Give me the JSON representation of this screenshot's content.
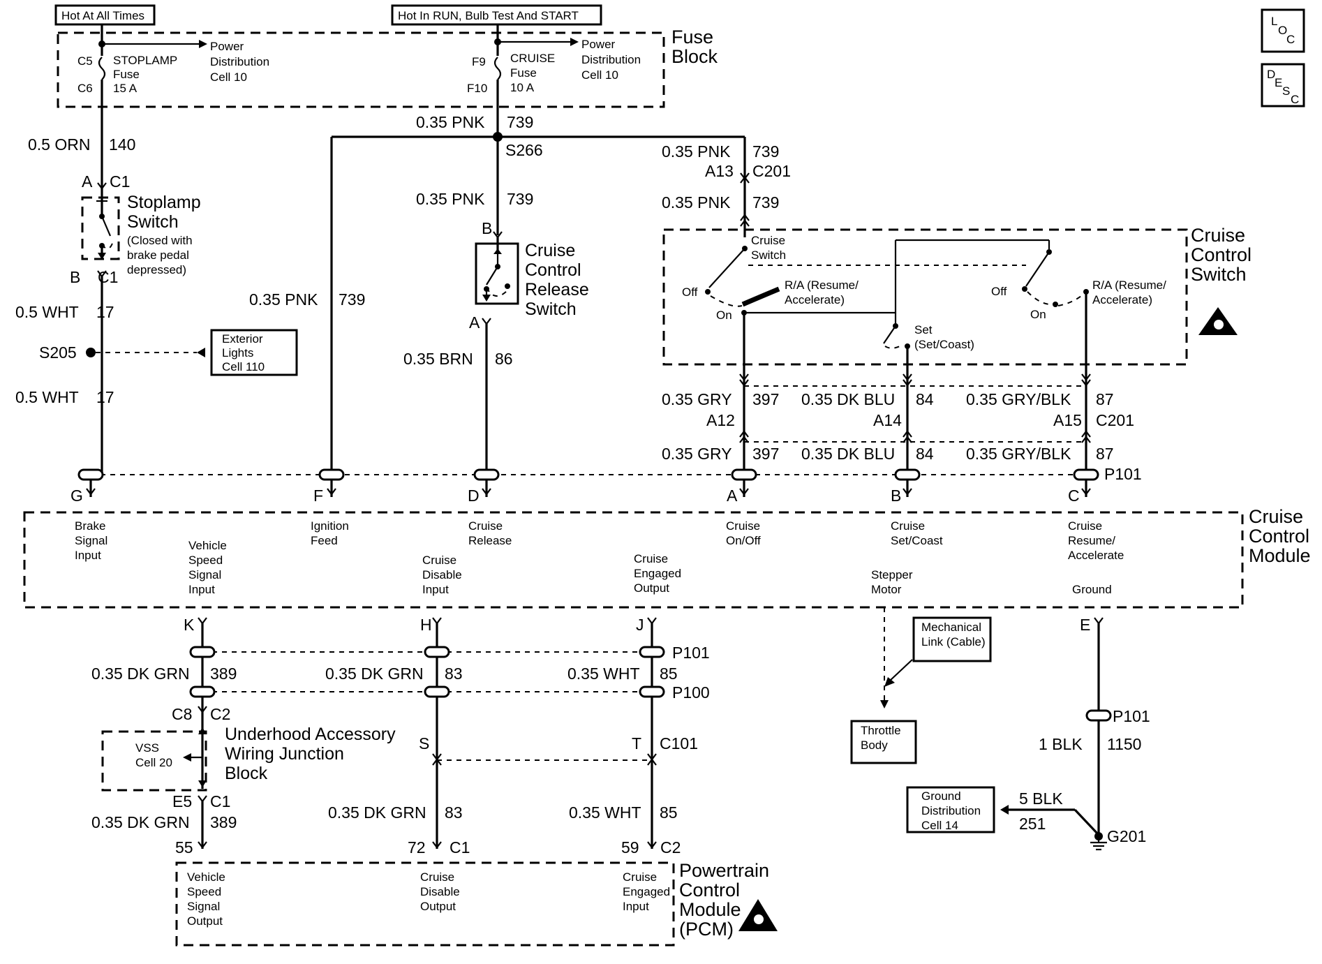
{
  "power_labels": {
    "hot_at_all_times": "Hot At All Times",
    "hot_in_run": "Hot In RUN, Bulb Test And START"
  },
  "fuse_block": {
    "title_line1": "Fuse",
    "title_line2": "Block",
    "stoplamp_top_pin": "C5",
    "stoplamp_bottom_pin": "C6",
    "stoplamp_name": "STOPLAMP",
    "stoplamp_word": "Fuse",
    "stoplamp_rating": "15 A",
    "cruise_top_pin": "F9",
    "cruise_bottom_pin": "F10",
    "cruise_name": "CRUISE",
    "cruise_word": "Fuse",
    "cruise_rating": "10 A",
    "pd_line1": "Power",
    "pd_line2": "Distribution",
    "pd_line3": "Cell 10"
  },
  "wires": {
    "w140_color": "0.5 ORN",
    "w140_num": "140",
    "w739_top_color": "0.35 PNK",
    "w739_top_num": "739",
    "w739_ccrs_color": "0.35 PNK",
    "w739_ccrs_num": "739",
    "w739_ign_color": "0.35 PNK",
    "w739_ign_num": "739",
    "w739_c201a_color": "0.35 PNK",
    "w739_c201a_num": "739",
    "w739_c201b_color": "0.35 PNK",
    "w739_c201b_num": "739",
    "w17a_color": "0.5 WHT",
    "w17a_num": "17",
    "w17b_color": "0.5 WHT",
    "w17b_num": "17",
    "w86_color": "0.35 BRN",
    "w86_num": "86",
    "w397a_color": "0.35 GRY",
    "w397a_num": "397",
    "w397b_color": "0.35 GRY",
    "w397b_num": "397",
    "w84a_color": "0.35 DK BLU",
    "w84a_num": "84",
    "w84b_color": "0.35 DK BLU",
    "w84b_num": "84",
    "w87a_color": "0.35 GRY/BLK",
    "w87a_num": "87",
    "w87b_color": "0.35 GRY/BLK",
    "w87b_num": "87",
    "w389a_color": "0.35 DK GRN",
    "w389a_num": "389",
    "w389b_color": "0.35 DK GRN",
    "w389b_num": "389",
    "w83a_color": "0.35 DK GRN",
    "w83a_num": "83",
    "w83b_color": "0.35 DK GRN",
    "w83b_num": "83",
    "w85a_color": "0.35 WHT",
    "w85a_num": "85",
    "w85b_color": "0.35 WHT",
    "w85b_num": "85",
    "w1150_color": "1 BLK",
    "w1150_num": "1150",
    "w251_color": "5 BLK",
    "w251_num": "251"
  },
  "splices": {
    "s266": "S266",
    "s205": "S205",
    "g201": "G201"
  },
  "connectors": {
    "c1_a": "A",
    "c1_a_name": "C1",
    "c1_b": "B",
    "c1_b_name": "C1",
    "ccrs_b": "B",
    "ccrs_a": "A",
    "c201_a13": "A13",
    "c201_top_name": "C201",
    "c201_a12": "A12",
    "c201_a14": "A14",
    "c201_a15": "A15",
    "c201_bot_name": "C201",
    "p101_g": "G",
    "p101_f": "F",
    "p101_d": "D",
    "p101_a": "A",
    "p101_b": "B",
    "p101_c": "C",
    "p101_name": "P101",
    "cm_k": "K",
    "cm_h": "H",
    "cm_j": "J",
    "cm_e": "E",
    "p101_lower_name": "P101",
    "p100_name": "P100",
    "c8": "C8",
    "c2": "C2",
    "c101_s": "S",
    "c101_t": "T",
    "c101_name": "C101",
    "e5": "E5",
    "e5_c1": "C1",
    "pcm_55": "55",
    "pcm_72": "72",
    "pcm_c1": "C1",
    "pcm_59": "59",
    "pcm_c2": "C2",
    "ground_p101": "P101"
  },
  "stoplamp_switch": {
    "line1": "Stoplamp",
    "line2": "Switch",
    "note1": "(Closed with",
    "note2": "brake pedal",
    "note3": "depressed)"
  },
  "ccrs": {
    "line1": "Cruise",
    "line2": "Control",
    "line3": "Release",
    "line4": "Switch"
  },
  "exterior_lights": {
    "line1": "Exterior",
    "line2": "Lights",
    "line3": "Cell 110"
  },
  "ccs": {
    "title1": "Cruise",
    "title2": "Control",
    "title3": "Switch",
    "switch_label1": "Cruise",
    "switch_label2": "Switch",
    "off_left": "Off",
    "on_left": "On",
    "ra_left1": "R/A (Resume/",
    "ra_left2": "Accelerate)",
    "set1": "Set",
    "set2": "(Set/Coast)",
    "off_right": "Off",
    "on_right": "On",
    "ra_right1": "R/A (Resume/",
    "ra_right2": "Accelerate)"
  },
  "cruise_module": {
    "title1": "Cruise",
    "title2": "Control",
    "title3": "Module",
    "brake1": "Brake",
    "brake2": "Signal",
    "brake3": "Input",
    "vss1": "Vehicle",
    "vss2": "Speed",
    "vss3": "Signal",
    "vss4": "Input",
    "ign1": "Ignition",
    "ign2": "Feed",
    "rel1": "Cruise",
    "rel2": "Release",
    "dis1": "Cruise",
    "dis2": "Disable",
    "dis3": "Input",
    "eng1": "Cruise",
    "eng2": "Engaged",
    "eng3": "Output",
    "onoff1": "Cruise",
    "onoff2": "On/Off",
    "setc1": "Cruise",
    "setc2": "Set/Coast",
    "step1": "Stepper",
    "step2": "Motor",
    "res1": "Cruise",
    "res2": "Resume/",
    "res3": "Accelerate",
    "gnd": "Ground"
  },
  "mechanical": {
    "line1": "Mechanical",
    "line2": "Link (Cable)"
  },
  "throttle": {
    "line1": "Throttle",
    "line2": "Body"
  },
  "uawjb": {
    "line1": "Underhood Accessory",
    "line2": "Wiring Junction",
    "line3": "Block",
    "vss1": "VSS",
    "vss2": "Cell 20"
  },
  "ground_dist": {
    "line1": "Ground",
    "line2": "Distribution",
    "line3": "Cell 14"
  },
  "pcm": {
    "title1": "Powertrain",
    "title2": "Control",
    "title3": "Module",
    "title4": "(PCM)",
    "vss1": "Vehicle",
    "vss2": "Speed",
    "vss3": "Signal",
    "vss4": "Output",
    "dis1": "Cruise",
    "dis2": "Disable",
    "dis3": "Output",
    "eng1": "Cruise",
    "eng2": "Engaged",
    "eng3": "Input"
  },
  "icons": {
    "loc": {
      "l": "L",
      "o": "O",
      "c": "C"
    },
    "desc": {
      "d": "D",
      "e": "E",
      "s": "S",
      "c": "C"
    }
  }
}
